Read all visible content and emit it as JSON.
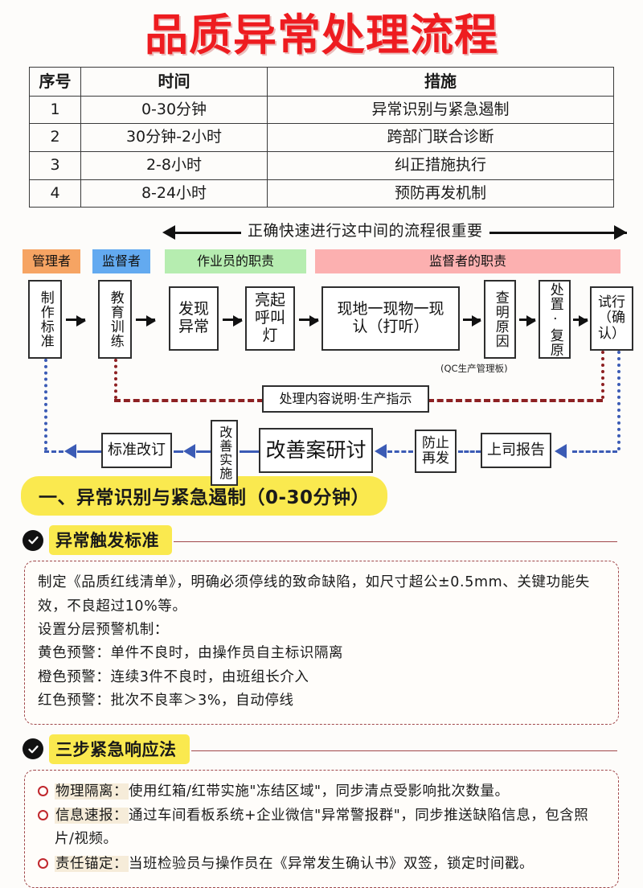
{
  "title": "品质异常处理流程",
  "table": {
    "headers": [
      "序号",
      "时间",
      "措施"
    ],
    "rows": [
      [
        "1",
        "0-30分钟",
        "异常识别与紧急遏制"
      ],
      [
        "2",
        "30分钟-2小时",
        "跨部门联合诊断"
      ],
      [
        "3",
        "2-8小时",
        "纠正措施执行"
      ],
      [
        "4",
        "8-24小时",
        "预防再发机制"
      ]
    ]
  },
  "flow": {
    "banner_text": "正确快速进行这中间的流程很重要",
    "roles": [
      {
        "label": "管理者",
        "color": "#f6a463"
      },
      {
        "label": "监督者",
        "color": "#63aaf0"
      },
      {
        "label": "作业员的职责",
        "color": "#b6edb0"
      },
      {
        "label": "监督者的职责",
        "color": "#fcb0b0"
      }
    ],
    "top_boxes": [
      {
        "label": "制作标准"
      },
      {
        "label": "教育训练"
      },
      {
        "label": "发现异常"
      },
      {
        "label": "亮起呼叫灯"
      },
      {
        "label": "现地一现物一现认（打听）"
      },
      {
        "label": "查明原因"
      },
      {
        "label": "处置·复原"
      },
      {
        "label": "试行（确认）"
      }
    ],
    "caption_qc": "(QC生产管理板)",
    "mid_box": "处理内容说明·生产指示",
    "bottom_boxes": [
      {
        "label": "标准改订"
      },
      {
        "label": "改善实施"
      },
      {
        "label": "改善案研讨"
      },
      {
        "label": "防止再发"
      },
      {
        "label": "上司报告"
      }
    ]
  },
  "section": {
    "pill": "一、异常识别与紧急遏制（0-30分钟）",
    "sub1": {
      "heading": "异常触发标准",
      "paragraphs": [
        "制定《品质红线清单》，明确必须停线的致命缺陷，如尺寸超公±0.5mm、关键功能失效，不良超过10%等。",
        "设置分层预警机制：",
        "黄色预警：单件不良时，由操作员自主标识隔离",
        "橙色预警：连续3件不良时，由班组长介入",
        "红色预警：批次不良率＞3%，自动停线"
      ]
    },
    "sub2": {
      "heading": "三步紧急响应法",
      "items": [
        {
          "key": "物理隔离：",
          "text": "使用红箱/红带实施\"冻结区域\"，同步清点受影响批次数量。"
        },
        {
          "key": "信息速报：",
          "text": "通过车间看板系统+企业微信\"异常警报群\"，同步推送缺陷信息，包含照片/视频。"
        },
        {
          "key": "责任锚定：",
          "text": "当班检验员与操作员在《异常发生确认书》双签，锁定时间戳。"
        }
      ]
    }
  }
}
